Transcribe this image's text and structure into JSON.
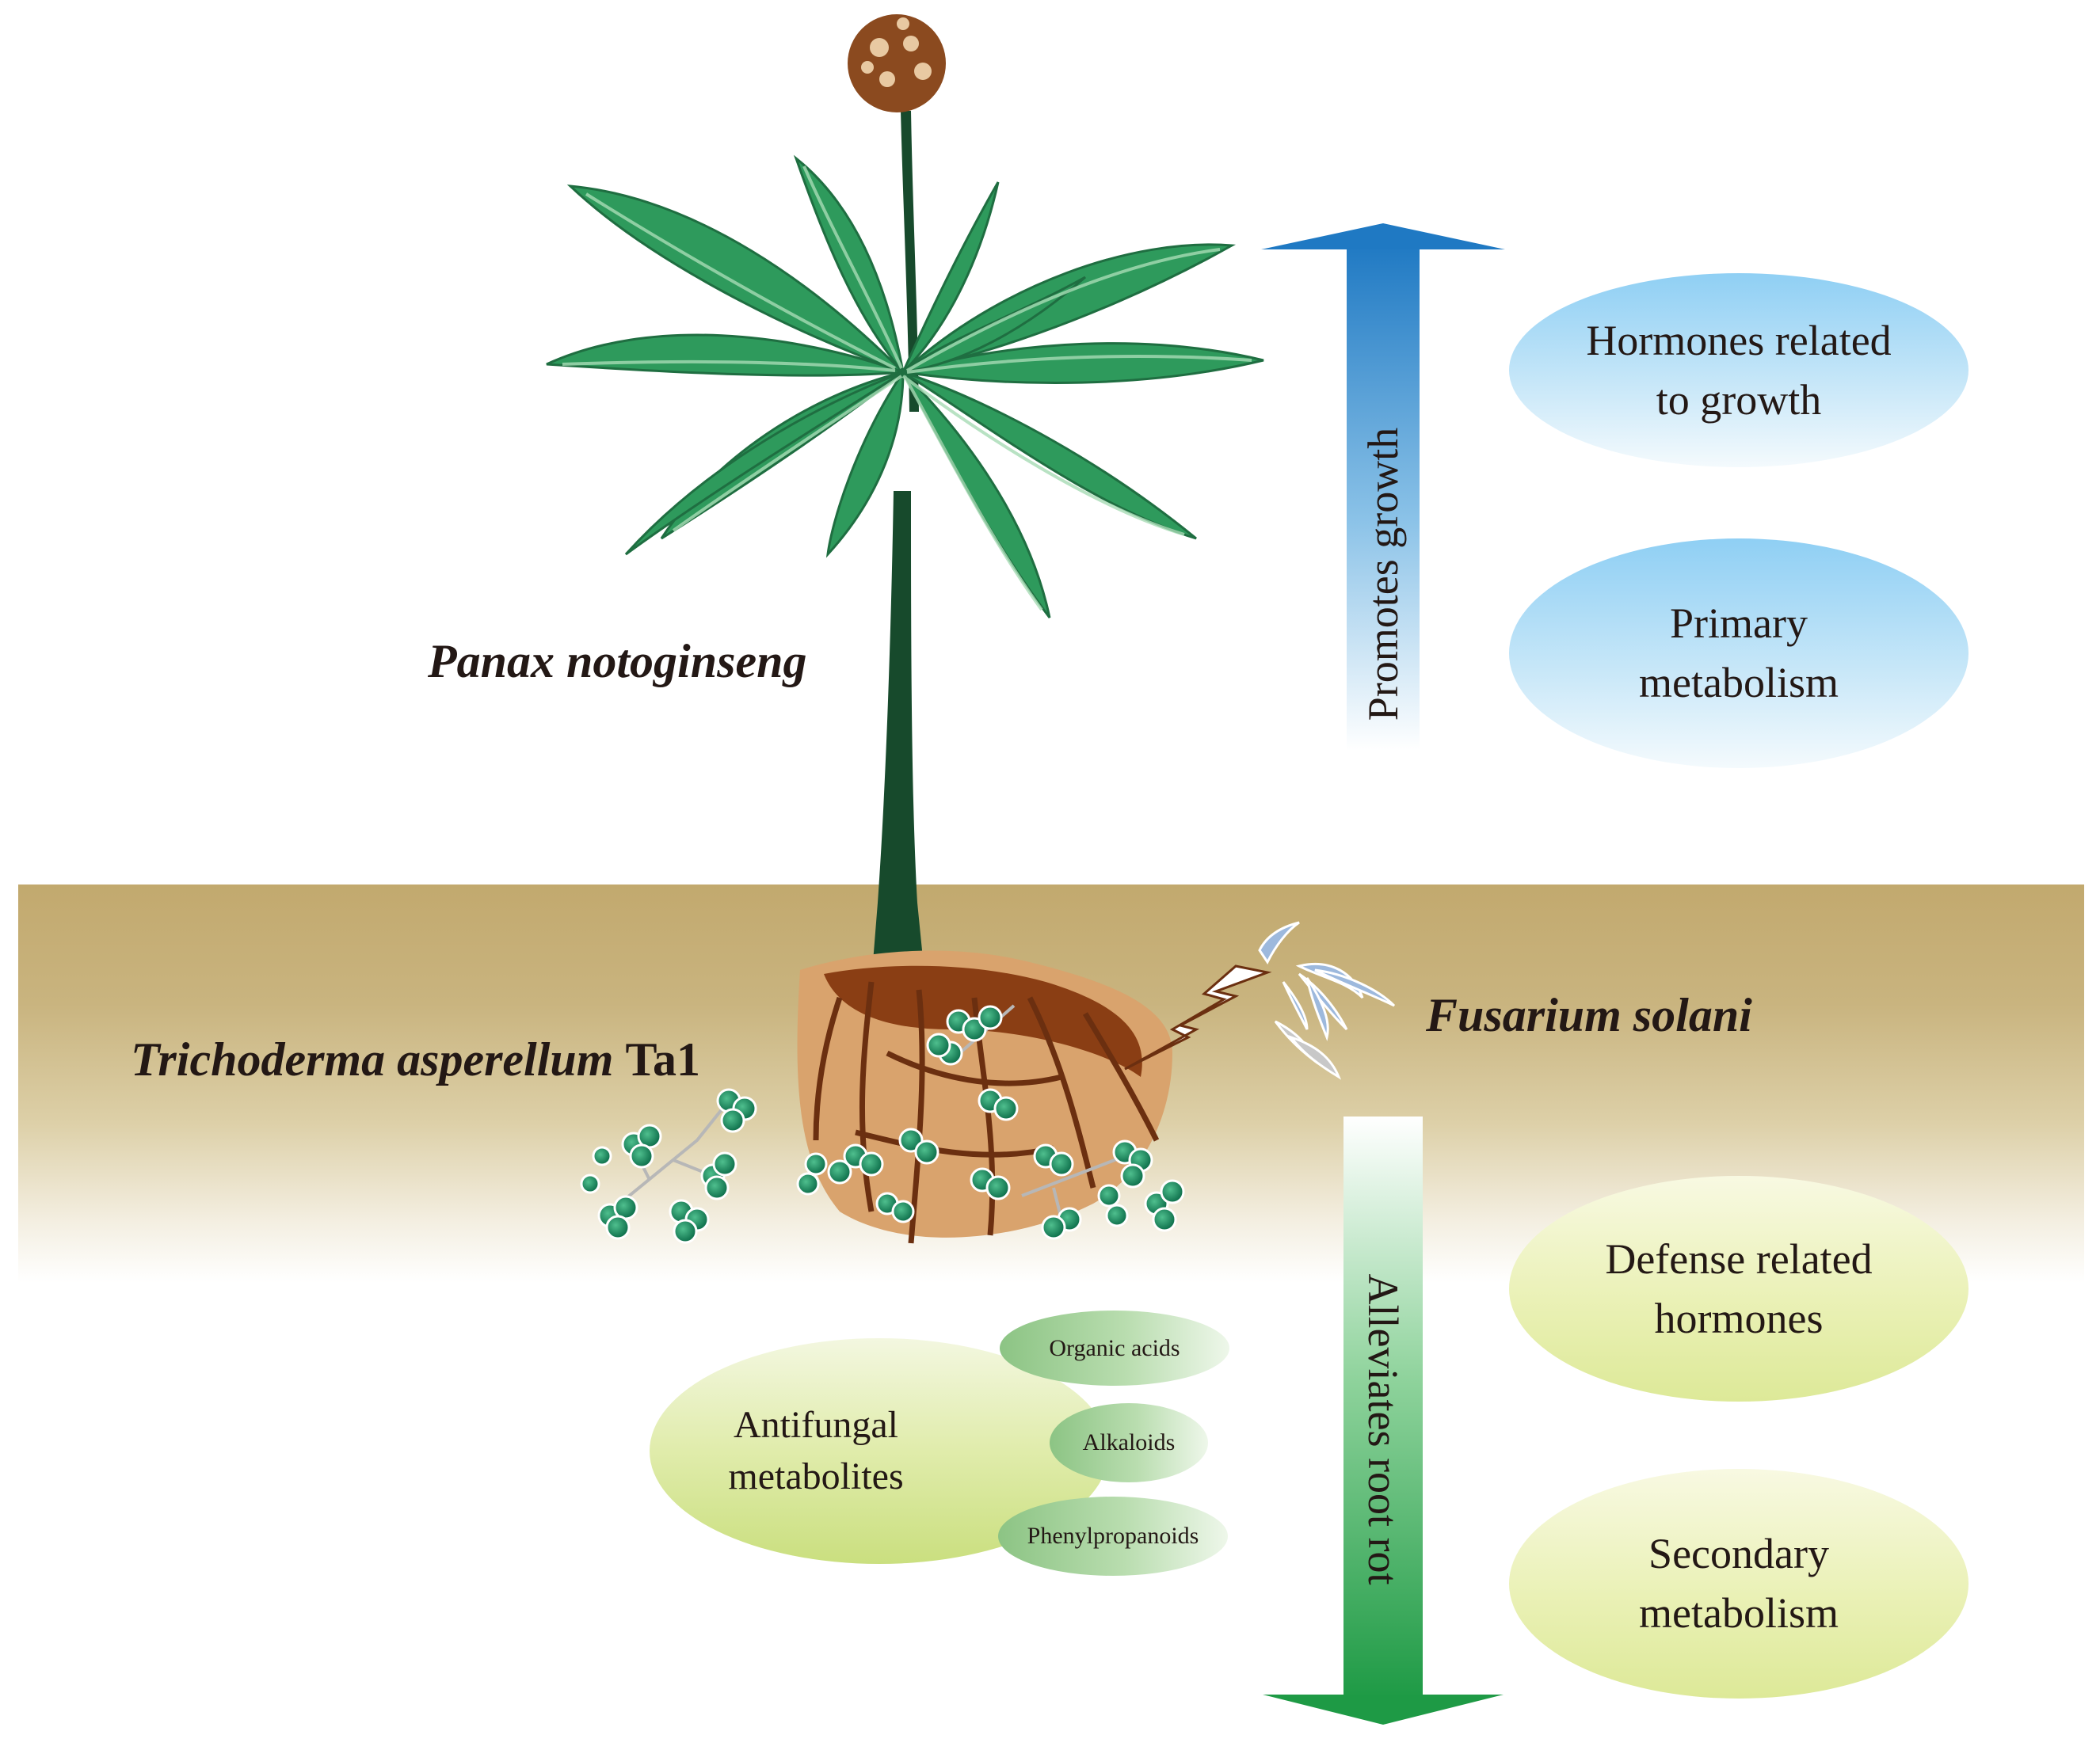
{
  "labels": {
    "plant": "Panax notoginseng",
    "trichoderma_italic": "Trichoderma asperellum",
    "trichoderma_strain": "Ta1",
    "fusarium": "Fusarium solani"
  },
  "arrows": {
    "up_label": "Promotes growth",
    "down_label": "Alleviates root rot",
    "up_color": "#1f79c3",
    "down_color": "#1e9a45"
  },
  "growth_effects": {
    "item1_line1": "Hormones related",
    "item1_line2": "to growth",
    "item2_line1": "Primary",
    "item2_line2": "metabolism"
  },
  "defense_effects": {
    "item1_line1": "Defense related",
    "item1_line2": "hormones",
    "item2_line1": "Secondary",
    "item2_line2": "metabolism"
  },
  "antifungal": {
    "line1": "Antifungal",
    "line2": "metabolites",
    "items": [
      "Organic acids",
      "Alkaloids",
      "Phenylpropanoids"
    ]
  },
  "colors": {
    "soil_top": "#c2a96e",
    "leaf_green": "#2e9a5c",
    "stem": "#174a2c",
    "flower": "#8b4a1f"
  }
}
